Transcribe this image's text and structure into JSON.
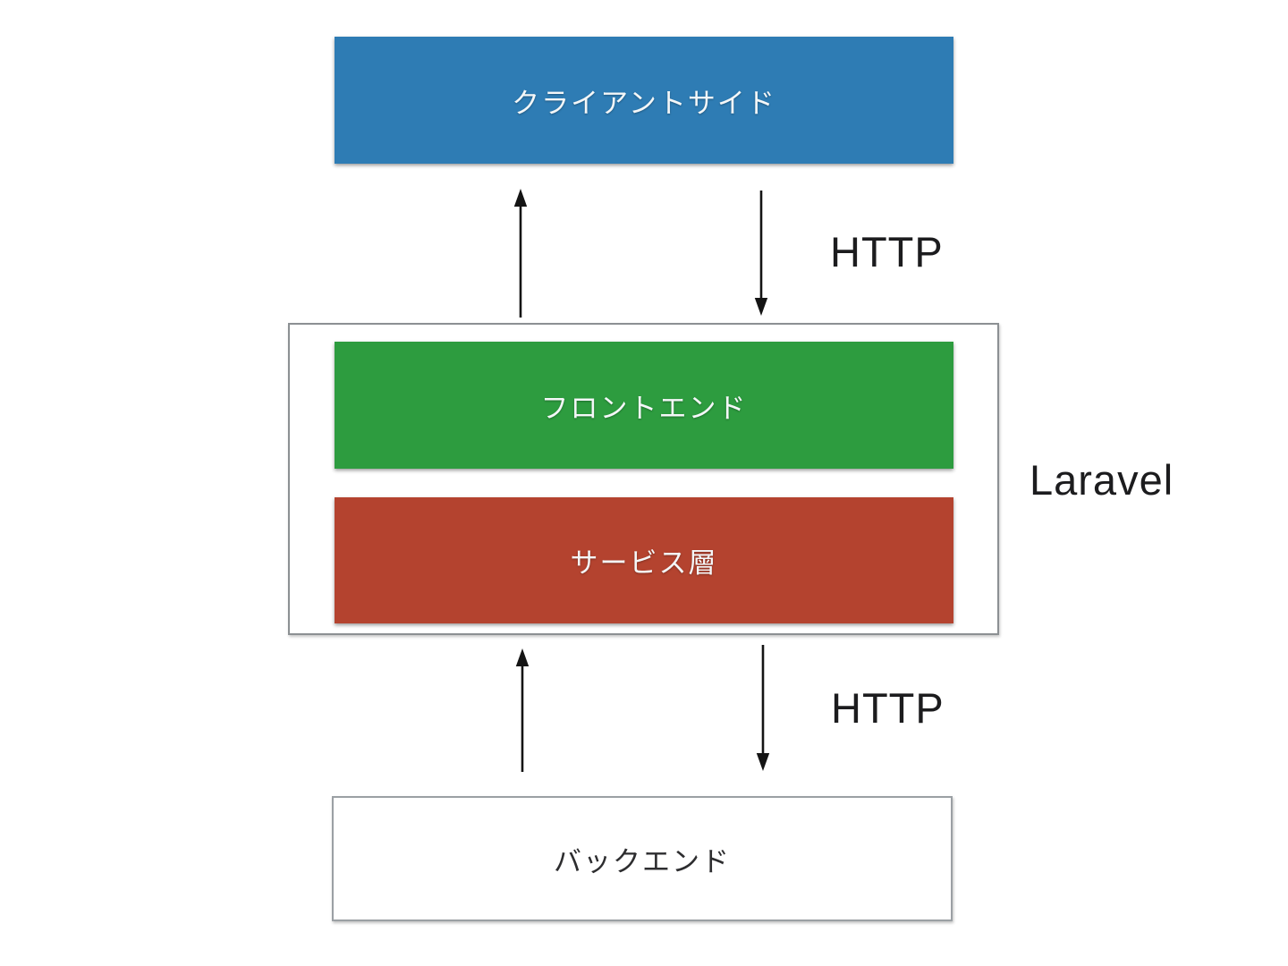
{
  "diagram": {
    "kind": "architecture-diagram",
    "nodes": {
      "client_side": {
        "label": "クライアントサイド",
        "bg": "#2E7CB4",
        "text_color": "#f4f7f8"
      },
      "laravel_group": {
        "label": "Laravel",
        "border_color": "#8c9093",
        "label_color": "#1c1c1e"
      },
      "frontend": {
        "label": "フロントエンド",
        "bg": "#2D9C3F",
        "text_color": "#f4f7f8"
      },
      "service_layer": {
        "label": "サービス層",
        "bg": "#B4432F",
        "text_color": "#f4f7f8"
      },
      "backend": {
        "label": "バックエンド",
        "border_color": "#9ba0a4",
        "text_color": "#2d2d2f"
      }
    },
    "connections": {
      "client_laravel": {
        "label": "HTTP",
        "label_color": "#1c1c1e",
        "arrows": [
          "up",
          "down"
        ]
      },
      "laravel_backend": {
        "label": "HTTP",
        "label_color": "#1c1c1e",
        "arrows": [
          "up",
          "down"
        ]
      }
    },
    "arrow_color": "#141414",
    "background": "#ffffff"
  }
}
